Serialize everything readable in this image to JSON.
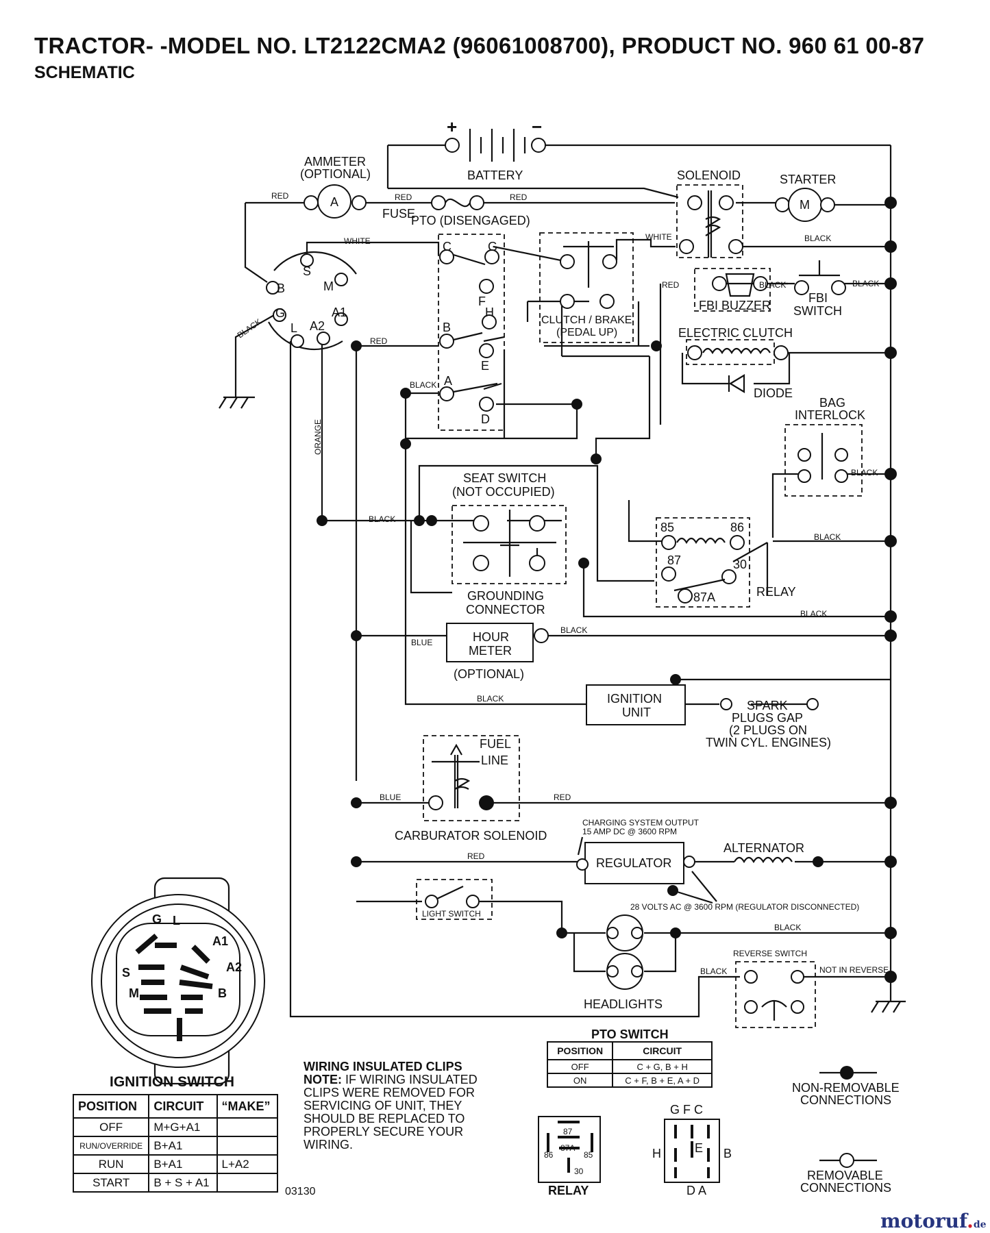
{
  "header": {
    "title": "TRACTOR- -MODEL NO. LT2122CMA2 (96061008700), PRODUCT NO. 960 61 00-87",
    "subtitle": "SCHEMATIC"
  },
  "components": {
    "battery": "BATTERY",
    "battery_plus": "+",
    "battery_minus": "−",
    "ammeter_1": "AMMETER",
    "ammeter_2": "(OPTIONAL)",
    "ammeter_a": "A",
    "fuse": "FUSE",
    "pto": "PTO (DISENGAGED)",
    "solenoid": "SOLENOID",
    "starter": "STARTER",
    "starter_m": "M",
    "fbi_buzzer": "FBI BUZZER",
    "fbi_switch_1": "FBI",
    "fbi_switch_2": "SWITCH",
    "clutch_brake_1": "CLUTCH / BRAKE",
    "clutch_brake_2": "(PEDAL UP)",
    "electric_clutch": "ELECTRIC CLUTCH",
    "diode": "DIODE",
    "bag_interlock_1": "BAG",
    "bag_interlock_2": "INTERLOCK",
    "seat_switch_1": "SEAT SWITCH",
    "seat_switch_2": "(NOT OCCUPIED)",
    "grounding_1": "GROUNDING",
    "grounding_2": "CONNECTOR",
    "relay": "RELAY",
    "hour_meter_1": "HOUR",
    "hour_meter_2": "METER",
    "hour_meter_3": "(OPTIONAL)",
    "ignition_unit_1": "IGNITION",
    "ignition_unit_2": "UNIT",
    "spark_1": "SPARK",
    "spark_2": "PLUGS GAP",
    "spark_3": "(2 PLUGS ON",
    "spark_4": "TWIN CYL. ENGINES)",
    "fuel_line_1": "FUEL",
    "fuel_line_2": "LINE",
    "carb_solenoid": "CARBURATOR SOLENOID",
    "charging_1": "CHARGING SYSTEM OUTPUT",
    "charging_2": "15 AMP DC @ 3600 RPM",
    "regulator": "REGULATOR",
    "alternator": "ALTERNATOR",
    "ac_note": "28 VOLTS AC @ 3600 RPM (REGULATOR DISCONNECTED)",
    "light_switch": "LIGHT SWITCH",
    "headlights": "HEADLIGHTS",
    "reverse_switch": "REVERSE SWITCH",
    "not_in_reverse": "NOT IN REVERSE"
  },
  "terminals": {
    "pto_c": "C",
    "pto_g": "G",
    "pto_f": "F",
    "pto_h": "H",
    "pto_b": "B",
    "pto_e": "E",
    "pto_a": "A",
    "pto_d": "D",
    "ign_s": "S",
    "ign_m": "M",
    "ign_b": "B",
    "ign_g": "G",
    "ign_l": "L",
    "ign_a2": "A2",
    "ign_a1": "A1",
    "relay_85": "85",
    "relay_86": "86",
    "relay_87": "87",
    "relay_30": "30",
    "relay_87a": "87A"
  },
  "wire_colors": {
    "red": "RED",
    "white": "WHITE",
    "black": "BLACK",
    "orange": "ORANGE",
    "blue": "BLUE"
  },
  "ignition_switch": {
    "title": "IGNITION SWITCH",
    "headers": [
      "POSITION",
      "CIRCUIT",
      "“MAKE”"
    ],
    "rows": [
      {
        "position": "OFF",
        "circuit": "M+G+A1",
        "extra": ""
      },
      {
        "position": "RUN/OVERRIDE",
        "circuit": "B+A1",
        "extra": ""
      },
      {
        "position": "RUN",
        "circuit": "B+A1",
        "extra": "L+A2"
      },
      {
        "position": "START",
        "circuit": "B + S + A1",
        "extra": ""
      }
    ],
    "face_labels": [
      "G",
      "L",
      "A1",
      "S",
      "A2",
      "M",
      "B"
    ]
  },
  "pto_switch": {
    "title": "PTO SWITCH",
    "headers": [
      "POSITION",
      "CIRCUIT"
    ],
    "rows": [
      {
        "position": "OFF",
        "circuit": "C + G, B + H"
      },
      {
        "position": "ON",
        "circuit": "C + F, B + E, A + D"
      }
    ],
    "face_top": "G F C",
    "face_left": "H",
    "face_center": "E",
    "face_right": "B",
    "face_bottom": "D A"
  },
  "relay_diagram": {
    "label": "RELAY",
    "p87": "87",
    "p87a": "87A",
    "p86": "86",
    "p85": "85",
    "p30": "30"
  },
  "notes": {
    "heading": "WIRING INSULATED CLIPS",
    "note_label": "NOTE:",
    "note_text": "IF WIRING INSULATED CLIPS WERE REMOVED FOR SERVICING OF UNIT, THEY SHOULD BE REPLACED TO PROPERLY SECURE YOUR WIRING."
  },
  "legend": {
    "non_removable_1": "NON-REMOVABLE",
    "non_removable_2": "CONNECTIONS",
    "removable_1": "REMOVABLE",
    "removable_2": "CONNECTIONS"
  },
  "figure_number": "03130",
  "brand": {
    "name": "motoruf",
    "dot": ".",
    "tld": "de"
  }
}
